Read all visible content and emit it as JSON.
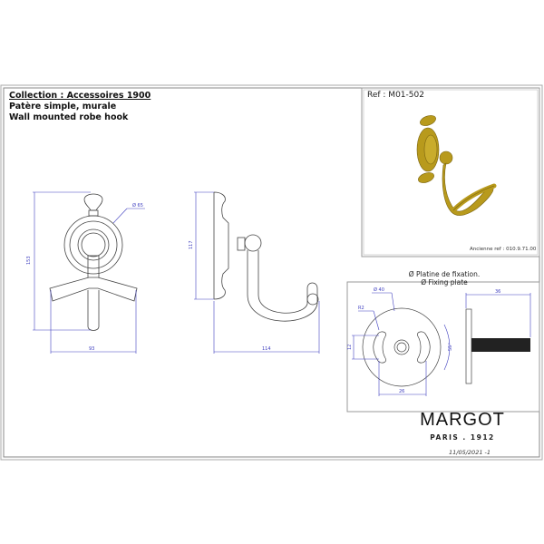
{
  "title_block": {
    "collection": "Collection : Accessoires 1900",
    "name_fr": "Patère simple, murale",
    "name_en": "Wall mounted robe hook"
  },
  "product": {
    "ref": "Ref : M01-502",
    "old_ref": "Ancienne ref : 010.9.71.00",
    "finish_color": "#b89a1c"
  },
  "front_view": {
    "height": "153",
    "width": "93",
    "rosette_diameter": "Ø 65"
  },
  "side_view": {
    "plate_height": "117",
    "depth": "114"
  },
  "fixing_plate": {
    "caption_fr": "Ø Platine de fixation.",
    "caption_en": "Ø Fixing plate",
    "diameter": "Ø 40",
    "radius": "R2",
    "slot_length": "12",
    "slot_spacing": "26",
    "angle": "55°",
    "screw_length": "36"
  },
  "brand": {
    "name": "MARGOT",
    "subtitle": "PARIS . 1912",
    "date": "11/05/2021 -1"
  },
  "colors": {
    "dimension": "#4040c0",
    "line": "#333333",
    "frame": "#999999"
  }
}
